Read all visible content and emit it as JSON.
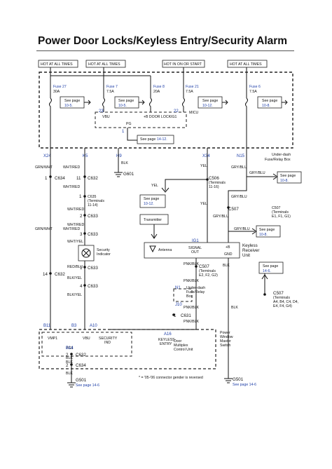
{
  "title": "Power Door Locks/Keyless Entry/Security Alarm",
  "hot": {
    "h1": "HOT AT ALL TIMES",
    "h2": "HOT AT ALL TIMES",
    "h3": "HOT IN ON OR START",
    "h4": "HOT AT ALL TIMES"
  },
  "fuses": {
    "f27": "Fuse 27",
    "f27a": "30A",
    "f7": "Fuse 7",
    "f7a": "7.5A",
    "f8": "Fuse 8",
    "f8a": "20A",
    "f21": "Fuse 21",
    "f21a": "7.5A",
    "f6": "Fuse 6",
    "f6a": "7.5A"
  },
  "see": {
    "sp": "See page",
    "p1": "10-5.",
    "p2": "10-5.",
    "p3": "10-12.",
    "p4": "10-8.",
    "p5": "14-12.",
    "p6": "10-8.",
    "p7": "10-12.",
    "p8": "10-8.",
    "p9": "14-6.",
    "p10": "See page 14-6",
    "p11": "See page 14-6"
  },
  "micu": {
    "vbu": "VBU",
    "lock": "+B DOOR LOCK",
    "ig1": "IG1",
    "micu": "MICU",
    "p23": "23",
    "p22": "22",
    "pg": "PG",
    "p1": "1",
    "underdash": "Under-dash",
    "fuserelay": "Fuse/Relay Box"
  },
  "conn": {
    "x24": "X24",
    "k5": "K5",
    "h9": "H9",
    "x34": "X34",
    "n15": "N15",
    "b11": "B11",
    "b3": "B3",
    "a10": "A10",
    "a16": "A16",
    "b14": "B14",
    "n1": "N1",
    "j10": "J10"
  },
  "wires": {
    "grnwht": "GRN/WHT",
    "whtred": "WHT/RED",
    "blk": "BLK",
    "yel": "YEL",
    "grybl": "GRY/BLU",
    "whtyel": "WHT/YEL",
    "redblu": "RED/BLU",
    "blkyel": "BLK/YEL",
    "pnkblk": "PNK/BLK"
  },
  "labels": {
    "c634": "C634",
    "c632": "C632",
    "c635": "C635",
    "c635t": "(Terminals",
    "c635r": "11-14)",
    "c633": "C633",
    "sec": "Security",
    "ind": "Indicator",
    "g601": "G601",
    "c506": "C506",
    "c506t": "(Terminals",
    "c506r": "11-16)",
    "c507": "C507",
    "c507t": "(Terminals",
    "c507r": "E1, F1, G1)",
    "c507b": "(Terminals",
    "c507c": "E2, F2, G2)",
    "c507d": "(Terminals",
    "c507e": "A4, B4, C4, D4,",
    "c507f": "E4, F4, G4)",
    "transmitter": "Transmitter",
    "antenna": "Antenna",
    "ig1sig": "IG1",
    "sigout": "SIGNAL",
    "sigout2": "OUT",
    "pb": "+B",
    "gnd": "GND",
    "key1": "Keyless",
    "key2": "Receiver",
    "key3": "Unit",
    "c631": "C631",
    "ud1": "Under-dash",
    "ud2": "Fuse/Relay",
    "ud3": "Box",
    "vmp1": "VMP1",
    "vbu2": "VBU",
    "security": "SECURITY",
    "ind2": "IND",
    "pg1": "PG1",
    "keyless": "KEYLESS",
    "entry": "ENTRY",
    "pw1": "Power",
    "pw2": "Window",
    "pw3": "Master",
    "pw4": "Switch",
    "dm1": "Door",
    "dm2": "Multiplex",
    "dm3": "Control Unit",
    "g501a": "G501",
    "g501b": "G501",
    "note": "* = '05-'06 connector gender is reversed"
  },
  "nums": {
    "n1": "1",
    "n11": "11",
    "n1b": "1",
    "n2": "2",
    "n3": "3",
    "n4": "4",
    "n14": "14",
    "n2b": "2",
    "n1c": "1",
    "n3b": "3",
    "n2c": "2",
    "n6": "6",
    "n1d": "1"
  }
}
